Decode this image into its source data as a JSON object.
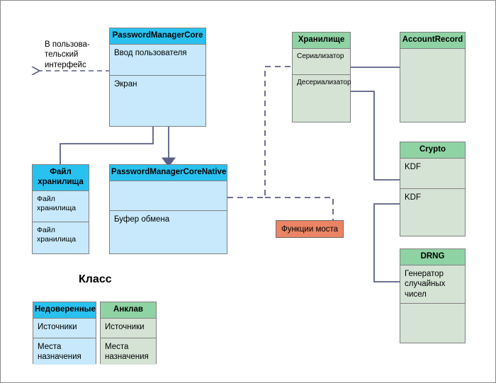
{
  "diagram": {
    "title": "Password manager architecture class diagram",
    "colors": {
      "untrusted_header": "#29c2f0",
      "untrusted_body": "#c7e9fb",
      "enclave_header": "#8fd3a4",
      "enclave_body": "#d5e3d5",
      "bridge_fill": "#eb8464",
      "connector": "#5a5f87",
      "border": "#7f7f7f",
      "canvas_border": "#8a8a8a"
    },
    "annotation": {
      "to_ui_label": "В пользова-\nтельский\nинтерфейс"
    },
    "classes": [
      {
        "id": "password-manager-core",
        "name": "PasswordManagerCore",
        "palette": "untrusted",
        "rows": [
          "Ввод пользователя",
          "Экран"
        ]
      },
      {
        "id": "file-storage",
        "name": "Файл хранилища",
        "palette": "untrusted",
        "rows": [
          "Файл хранилища",
          "Файл хранилища"
        ]
      },
      {
        "id": "password-manager-core-native",
        "name": "PasswordManagerCoreNative",
        "palette": "untrusted",
        "rows": [
          "",
          "Буфер обмена"
        ]
      },
      {
        "id": "storage",
        "name": "Хранилище",
        "palette": "enclave",
        "rows": [
          "Сериализатор",
          "Десериализатор"
        ]
      },
      {
        "id": "account-record",
        "name": "AccountRecord",
        "palette": "enclave",
        "rows": [
          ""
        ]
      },
      {
        "id": "crypto",
        "name": "Crypto",
        "palette": "enclave",
        "rows": [
          "KDF",
          "KDF"
        ]
      },
      {
        "id": "drng",
        "name": "DRNG",
        "palette": "enclave",
        "rows": [
          "Генератор\nслучайных\nчисел",
          ""
        ]
      }
    ],
    "bridge": {
      "id": "bridge-functions",
      "label": "Функции моста"
    },
    "legend": {
      "title": "Класс",
      "items": [
        {
          "id": "legend-untrusted",
          "name": "Недоверенные",
          "palette": "untrusted",
          "rows": [
            "Источники",
            "Места\nназначения"
          ]
        },
        {
          "id": "legend-enclave",
          "name": "Анклав",
          "palette": "enclave",
          "rows": [
            "Источники",
            "Места\nназначения"
          ]
        }
      ]
    }
  }
}
